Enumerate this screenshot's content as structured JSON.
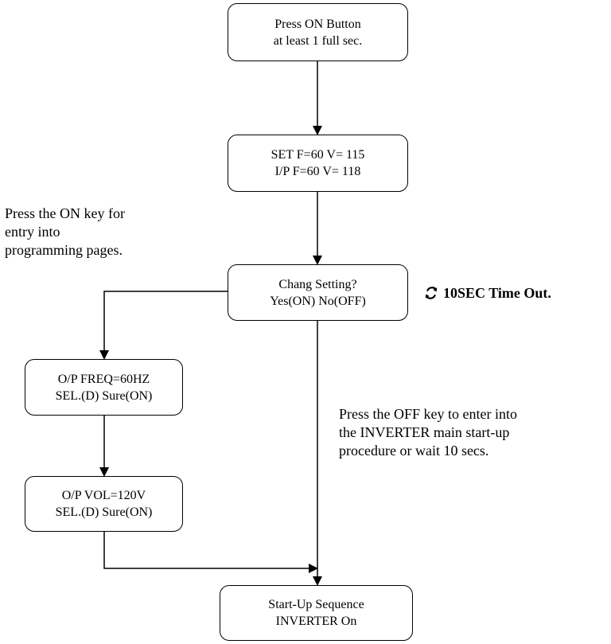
{
  "boxes": {
    "press_on": [
      "Press ON Button",
      "at least 1 full sec."
    ],
    "set": [
      "SET F=60 V= 115",
      "I/P F=60 V= 118"
    ],
    "change": [
      "Chang Setting?",
      "Yes(ON) No(OFF)"
    ],
    "freq": [
      "O/P FREQ=60HZ",
      "SEL.(D) Sure(ON)"
    ],
    "vol": [
      "O/P VOL=120V",
      "SEL.(D) Sure(ON)"
    ],
    "startup": [
      "Start-Up Sequence",
      "INVERTER On"
    ]
  },
  "notes": {
    "on_key": [
      "Press the ON key for",
      "entry into",
      "programming pages."
    ],
    "off_key": [
      "Press the OFF key to enter into",
      "the INVERTER main start-up",
      "procedure or wait 10 secs."
    ]
  },
  "timeout": {
    "icon": "refresh-icon",
    "label": "10SEC Time Out."
  }
}
